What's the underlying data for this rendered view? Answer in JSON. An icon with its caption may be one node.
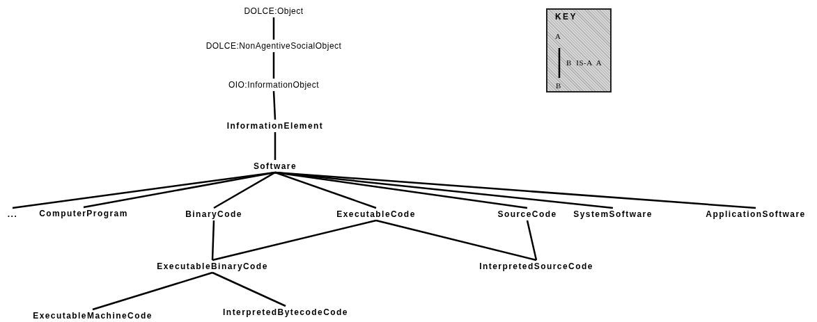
{
  "diagram": {
    "nodes": [
      {
        "text": [
          "DOLCE:Object"
        ]
      },
      {
        "text": [
          "DOLCE:NonAgentiveSocialObject"
        ]
      },
      {
        "text": [
          "OIO:InformationObject"
        ]
      },
      {
        "text": [
          "InformationElement"
        ]
      },
      {
        "text": [
          "Software"
        ]
      },
      {
        "text": [
          "..."
        ]
      },
      {
        "text": [
          "ComputerProgram"
        ]
      },
      {
        "text": [
          "BinaryCode"
        ]
      },
      {
        "text": [
          "ExecutableCode"
        ]
      },
      {
        "text": [
          "SourceCode"
        ]
      },
      {
        "text": [
          "SystemSoftware"
        ]
      },
      {
        "text": [
          "ApplicationSoftware"
        ]
      },
      {
        "text": [
          "ExecutableBinaryCode"
        ]
      },
      {
        "text": [
          "InterpretedSourceCode"
        ]
      },
      {
        "text": [
          "ExecutableMachineCode"
        ]
      },
      {
        "text": [
          "InterpretedBytecodeCode"
        ]
      },
      {
        "text": [
          "KEY",
          "A",
          "B IS-A A",
          "B"
        ]
      }
    ],
    "edges": [
      {
        "from": 0,
        "to": 1,
        "arrow": "none"
      },
      {
        "from": 1,
        "to": 2,
        "arrow": "none"
      },
      {
        "from": 2,
        "to": 3,
        "arrow": "none"
      },
      {
        "from": 3,
        "to": 4,
        "arrow": "none"
      },
      {
        "from": 4,
        "to": 5,
        "arrow": "none"
      },
      {
        "from": 4,
        "to": 6,
        "arrow": "none"
      },
      {
        "from": 4,
        "to": 7,
        "arrow": "none"
      },
      {
        "from": 4,
        "to": 8,
        "arrow": "none"
      },
      {
        "from": 4,
        "to": 9,
        "arrow": "none"
      },
      {
        "from": 4,
        "to": 10,
        "arrow": "none"
      },
      {
        "from": 4,
        "to": 11,
        "arrow": "none"
      },
      {
        "from": 7,
        "to": 12,
        "arrow": "none"
      },
      {
        "from": 8,
        "to": 12,
        "arrow": "none"
      },
      {
        "from": 8,
        "to": 13,
        "arrow": "none"
      },
      {
        "from": 9,
        "to": 13,
        "arrow": "none"
      },
      {
        "from": 12,
        "to": 14,
        "arrow": "none"
      },
      {
        "from": 12,
        "to": 15,
        "arrow": "none"
      }
    ]
  }
}
